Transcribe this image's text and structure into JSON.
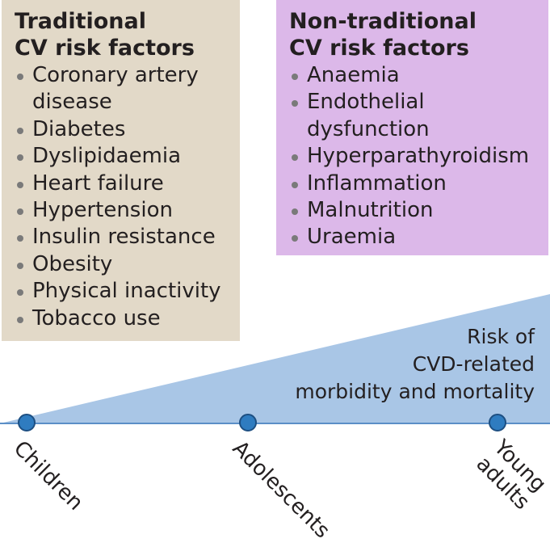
{
  "traditional": {
    "title_lines": [
      "Traditional",
      "CV risk factors"
    ],
    "items": [
      [
        "Coronary artery",
        "disease"
      ],
      [
        "Diabetes"
      ],
      [
        "Dyslipidaemia"
      ],
      [
        "Heart failure"
      ],
      [
        "Hypertension"
      ],
      [
        "Insulin resistance"
      ],
      [
        "Obesity"
      ],
      [
        "Physical inactivity"
      ],
      [
        "Tobacco use"
      ]
    ]
  },
  "nontraditional": {
    "title_lines": [
      "Non-traditional",
      "CV risk factors"
    ],
    "items": [
      [
        "Anaemia"
      ],
      [
        "Endothelial",
        "dysfunction"
      ],
      [
        "Hyperparathyroidism"
      ],
      [
        "Inflammation"
      ],
      [
        "Malnutrition"
      ],
      [
        "Uraemia"
      ]
    ]
  },
  "risk_label": [
    "Risk of",
    "CVD-related",
    "morbidity and mortality"
  ],
  "stages": [
    {
      "lines": [
        "Children"
      ]
    },
    {
      "lines": [
        "Adolescents"
      ]
    },
    {
      "lines": [
        "Young",
        "adults"
      ]
    }
  ],
  "colors": {
    "traditional_box": "#e2d9c8",
    "nontraditional_box": "#dcb8e9",
    "risk_wedge": "#a9c6e6",
    "axis": "#5b8fc7",
    "marker_fill": "#2f7cc0",
    "marker_stroke": "#1d4f82"
  }
}
